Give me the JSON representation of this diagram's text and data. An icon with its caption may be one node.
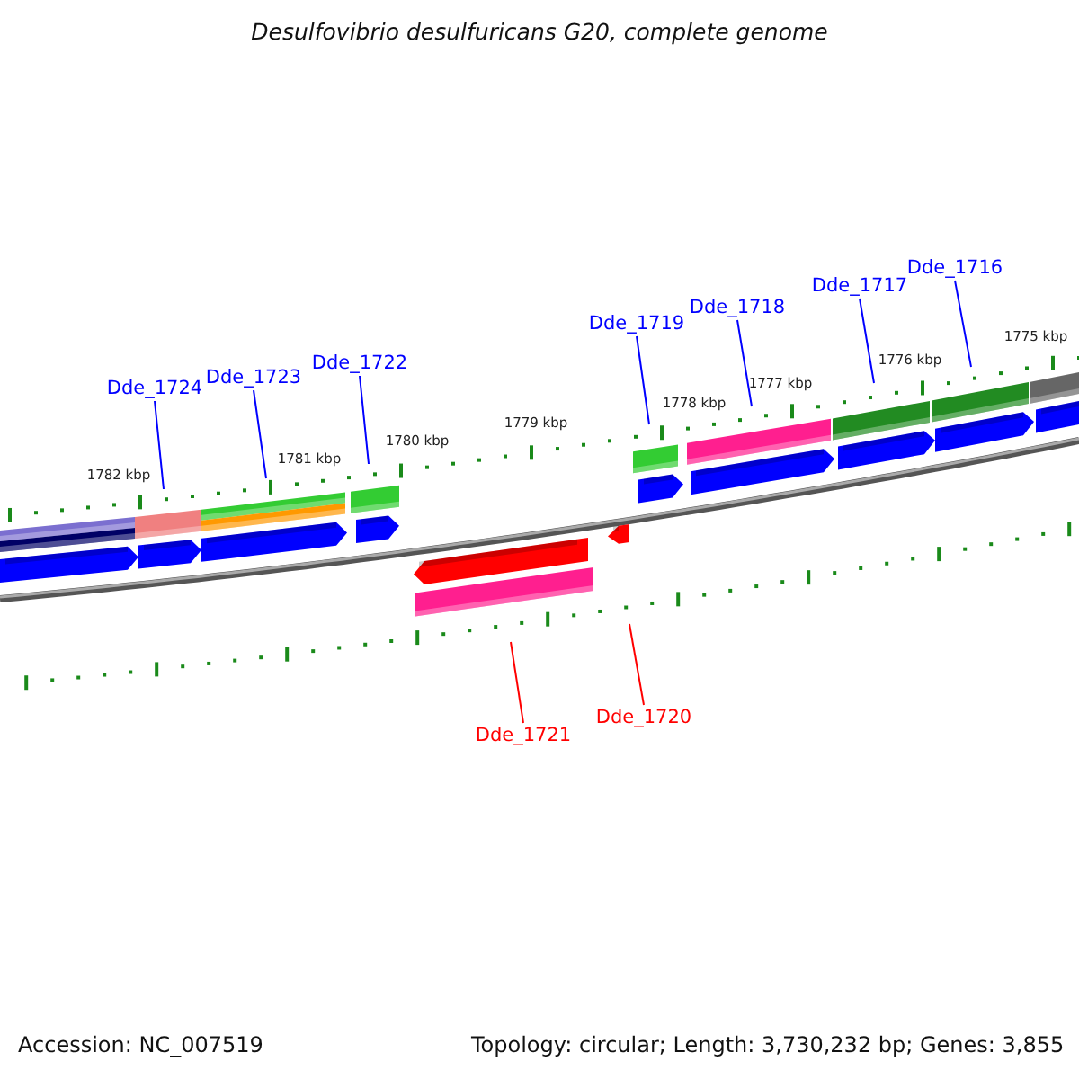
{
  "diagram": {
    "title": "Desulfovibrio desulfuricans G20, complete genome",
    "nodes": [
      {
        "text": [
          "Dde_1724"
        ]
      },
      {
        "text": [
          "Dde_1723"
        ]
      },
      {
        "text": [
          "Dde_1722"
        ]
      },
      {
        "text": [
          "Dde_1719"
        ]
      },
      {
        "text": [
          "Dde_1718"
        ]
      },
      {
        "text": [
          "Dde_1717"
        ]
      },
      {
        "text": [
          "Dde_1716"
        ]
      },
      {
        "text": [
          "Dde_1721"
        ]
      },
      {
        "text": [
          "Dde_1720"
        ]
      }
    ],
    "edges": [
      {
        "from": 0,
        "to": null,
        "arrow": "none"
      },
      {
        "from": 1,
        "to": null,
        "arrow": "none"
      },
      {
        "from": 2,
        "to": null,
        "arrow": "none"
      },
      {
        "from": 3,
        "to": null,
        "arrow": "none"
      },
      {
        "from": 4,
        "to": null,
        "arrow": "none"
      },
      {
        "from": 5,
        "to": null,
        "arrow": "none"
      },
      {
        "from": 6,
        "to": null,
        "arrow": "none"
      },
      {
        "from": 7,
        "to": null,
        "arrow": "none",
        "color": "#ff0000"
      },
      {
        "from": 8,
        "to": null,
        "arrow": "none",
        "color": "#ff0000"
      }
    ],
    "labels": [
      "1782 kbp",
      "1781 kbp",
      "1780 kbp",
      "1779 kbp",
      "1778 kbp",
      "1777 kbp",
      "1776 kbp",
      "1775 kbp",
      "Accession: NC_007519",
      "Topology: circular; Length: 3,730,232 bp; Genes: 3,855"
    ]
  }
}
